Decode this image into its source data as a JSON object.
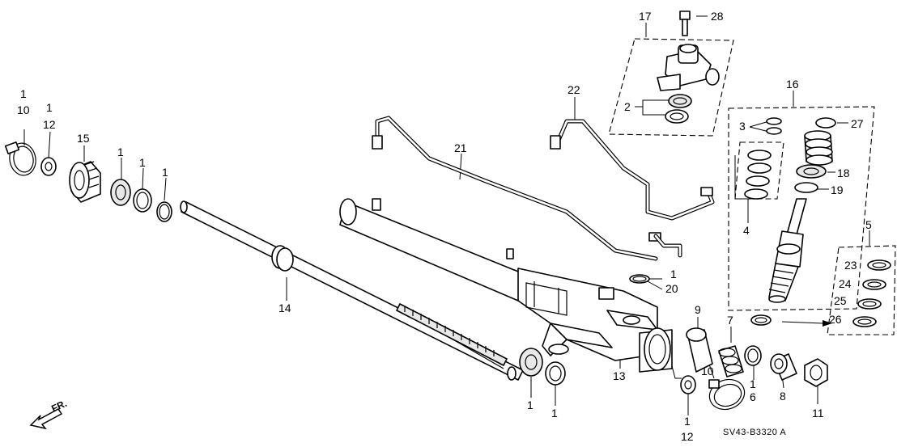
{
  "diagram": {
    "code": "SV43-B3320 A",
    "direction": "FR.",
    "callouts": [
      {
        "id": "c1-a",
        "label": "1"
      },
      {
        "id": "c10-a",
        "label": "10"
      },
      {
        "id": "c1-b",
        "label": "1"
      },
      {
        "id": "c12-a",
        "label": "12"
      },
      {
        "id": "c15",
        "label": "15"
      },
      {
        "id": "c1-c",
        "label": "1"
      },
      {
        "id": "c1-d",
        "label": "1"
      },
      {
        "id": "c1-e",
        "label": "1"
      },
      {
        "id": "c14",
        "label": "14"
      },
      {
        "id": "c21",
        "label": "21"
      },
      {
        "id": "c22",
        "label": "22"
      },
      {
        "id": "c17",
        "label": "17"
      },
      {
        "id": "c28",
        "label": "28"
      },
      {
        "id": "c2",
        "label": "2"
      },
      {
        "id": "c16",
        "label": "16"
      },
      {
        "id": "c3",
        "label": "3"
      },
      {
        "id": "c27",
        "label": "27"
      },
      {
        "id": "c18",
        "label": "18"
      },
      {
        "id": "c19",
        "label": "19"
      },
      {
        "id": "c4",
        "label": "4"
      },
      {
        "id": "c5",
        "label": "5"
      },
      {
        "id": "c23",
        "label": "23"
      },
      {
        "id": "c24",
        "label": "24"
      },
      {
        "id": "c25",
        "label": "25"
      },
      {
        "id": "c26",
        "label": "26"
      },
      {
        "id": "c1-f",
        "label": "1"
      },
      {
        "id": "c20",
        "label": "20"
      },
      {
        "id": "c9",
        "label": "9"
      },
      {
        "id": "c7",
        "label": "7"
      },
      {
        "id": "c13",
        "label": "13"
      },
      {
        "id": "c10-b",
        "label": "10"
      },
      {
        "id": "c1-g",
        "label": "1"
      },
      {
        "id": "c6",
        "label": "6"
      },
      {
        "id": "c8",
        "label": "8"
      },
      {
        "id": "c11",
        "label": "11"
      },
      {
        "id": "c1-h",
        "label": "1"
      },
      {
        "id": "c1-i",
        "label": "1"
      },
      {
        "id": "c1-j",
        "label": "1"
      },
      {
        "id": "c12-b",
        "label": "12"
      }
    ]
  }
}
